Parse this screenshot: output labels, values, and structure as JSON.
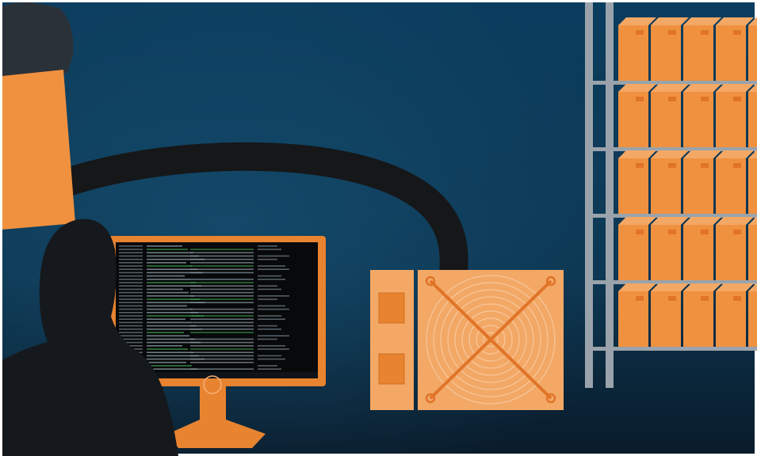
{
  "scene": {
    "subject": "crypto-mining-illustration",
    "colors": {
      "background_top": "#0c3d5e",
      "background_bottom": "#0a1e2e",
      "orange": "#f0913f",
      "orange_light": "#f3a866",
      "orange_dark": "#e07428",
      "rack_gray": "#9aa3ab",
      "silhouette": "#15181c",
      "cable": "#151719",
      "screen": "#07090b",
      "terminal_text": "#8a9aa0",
      "terminal_green": "#3f9a4a"
    },
    "rack": {
      "rows": 5,
      "columns": 5
    },
    "terminal": {
      "lines": 38
    }
  }
}
